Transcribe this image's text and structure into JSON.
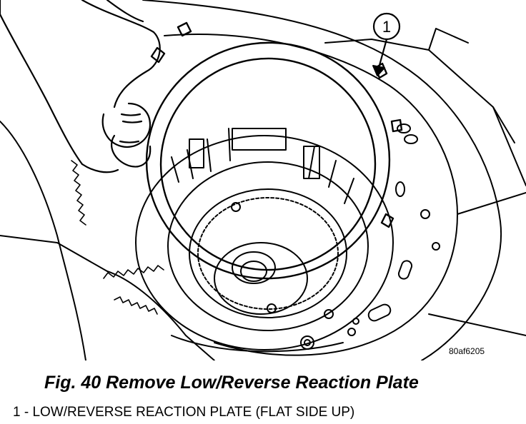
{
  "figure": {
    "callout_number": "1",
    "image_code": "80af6205",
    "caption": "Fig. 40 Remove Low/Reverse Reaction Plate",
    "legend_item": "1 - LOW/REVERSE REACTION PLATE (FLAT SIDE UP)"
  }
}
